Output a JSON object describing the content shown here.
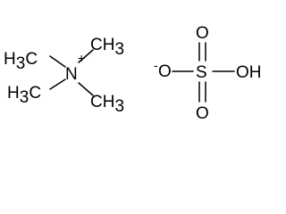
{
  "cation": {
    "methyl_h_left_top": "H",
    "methyl_c_left_top": "C",
    "methyl_sub_left_top": "3",
    "methyl_h_left_bottom": "H",
    "methyl_c_left_bottom": "C",
    "methyl_sub_left_bottom": "3",
    "methyl_ch_right_top": "CH",
    "methyl_sub_right_top": "3",
    "methyl_ch_right_bottom": "CH",
    "methyl_sub_right_bottom": "3",
    "nitrogen": "N",
    "charge": "+"
  },
  "anion": {
    "charge": "-",
    "oxygen_left": "O",
    "sulfur": "S",
    "oxygen_top": "O",
    "oxygen_bottom": "O",
    "hydroxyl": "OH"
  }
}
